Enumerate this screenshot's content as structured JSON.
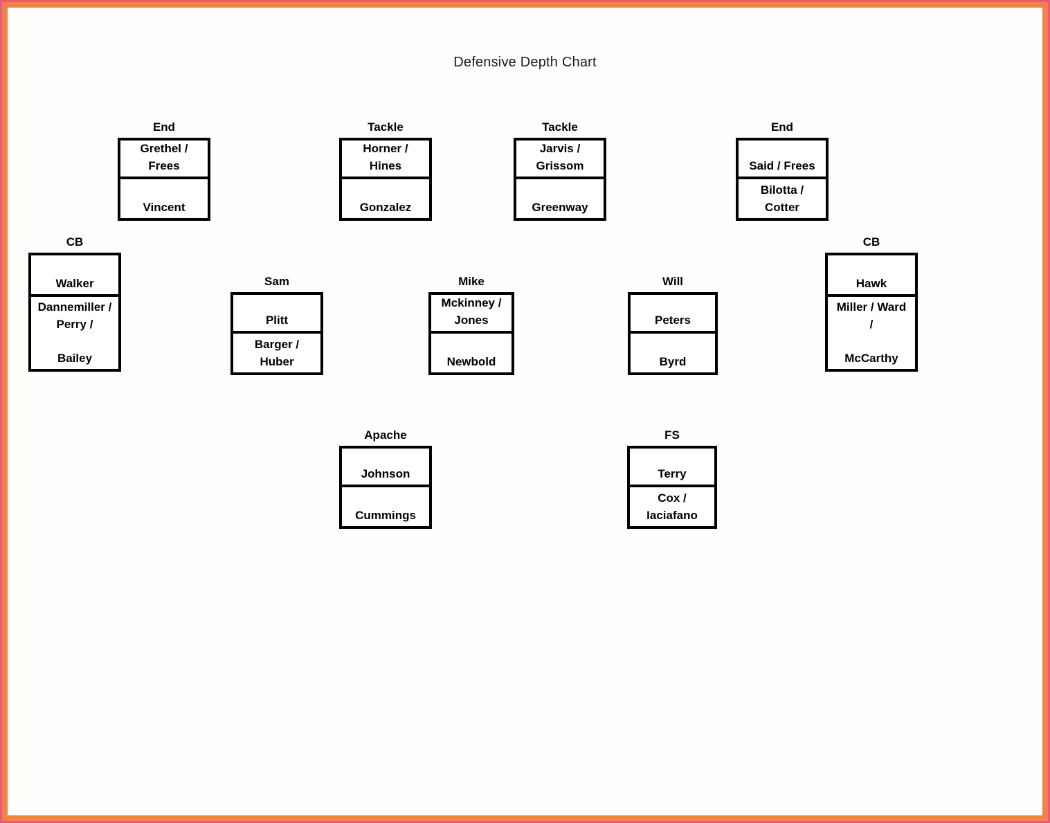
{
  "page": {
    "title": "Defensive Depth Chart",
    "frame_outer_color": "#e8587f",
    "frame_inner_color": "#f0824a",
    "background_color": "#fffefd",
    "box_border_color": "#000000",
    "text_color": "#000000"
  },
  "chart_data": {
    "type": "table",
    "title": "Defensive Depth Chart",
    "description": "American football defensive depth chart: position boxes each containing a starter cell and a backup cell.",
    "rows": [
      {
        "row_name": "defensive-line",
        "positions": [
          {
            "label": "End",
            "starters": "Grethel /\nFrees",
            "backups": "Vincent"
          },
          {
            "label": "Tackle",
            "starters": "Horner /\nHines",
            "backups": "Gonzalez"
          },
          {
            "label": "Tackle",
            "starters": "Jarvis /\nGrissom",
            "backups": "Greenway"
          },
          {
            "label": "End",
            "starters": "Said / Frees",
            "backups": "Bilotta /\nCotter"
          }
        ]
      },
      {
        "row_name": "linebackers-and-corners",
        "positions": [
          {
            "label": "CB",
            "starters": "Walker",
            "backups": "Dannemiller /\nPerry /\n\nBailey"
          },
          {
            "label": "Sam",
            "starters": "Plitt",
            "backups": "Barger /\nHuber"
          },
          {
            "label": "Mike",
            "starters": "Mckinney /\nJones",
            "backups": "Newbold"
          },
          {
            "label": "Will",
            "starters": "Peters",
            "backups": "Byrd"
          },
          {
            "label": "CB",
            "starters": "Hawk",
            "backups": "Miller / Ward\n/\n\nMcCarthy"
          }
        ]
      },
      {
        "row_name": "safeties",
        "positions": [
          {
            "label": "Apache",
            "starters": "Johnson",
            "backups": "Cummings"
          },
          {
            "label": "FS",
            "starters": "Terry",
            "backups": "Cox /\nIaciafano"
          }
        ]
      }
    ]
  }
}
